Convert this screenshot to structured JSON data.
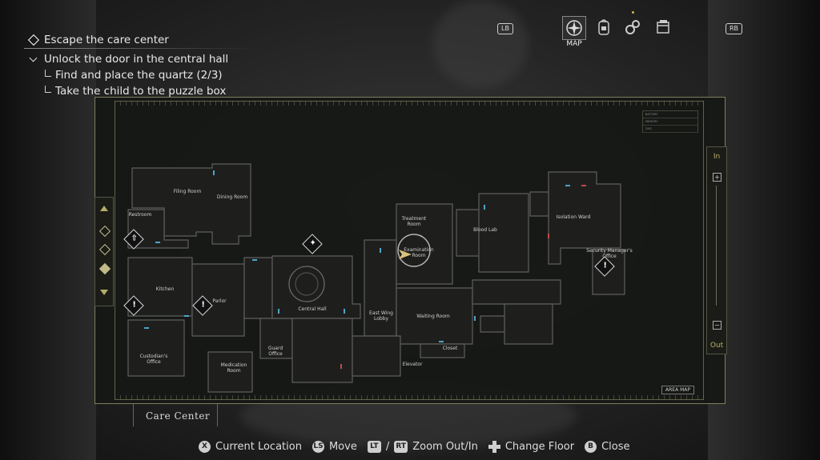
{
  "objectives": {
    "main": "Escape the care center",
    "sub": "Unlock the door in the central hall",
    "tasks": [
      "Find and place the quartz (2/3)",
      "Take the child to the puzzle box"
    ]
  },
  "nav": {
    "lb": "LB",
    "rb": "RB",
    "tabs": [
      {
        "icon": "compass-icon",
        "label": "MAP",
        "active": true
      },
      {
        "icon": "backpack-icon",
        "label": "",
        "active": false
      },
      {
        "icon": "gears-icon",
        "label": "",
        "active": false
      },
      {
        "icon": "files-icon",
        "label": "",
        "active": false
      }
    ]
  },
  "map": {
    "area_name": "Care Center",
    "area_map_button": "AREA MAP",
    "zoom_in": "In",
    "zoom_out": "Out",
    "legend": [
      "BATTERY",
      "MEMORY",
      "DISC"
    ],
    "rooms": [
      "Filing Room",
      "Dining Room",
      "Restroom",
      "Kitchen",
      "Parlor",
      "Central Hall",
      "Custodian's Office",
      "Medication Room",
      "Guard Office",
      "Treatment Room",
      "Examination Room",
      "Blood Lab",
      "Isolation Ward",
      "Security Manager's Office",
      "East Wing Lobby",
      "Waiting Room",
      "Closet",
      "Elevator"
    ],
    "accent_color": "#b5ad6a"
  },
  "prompts": [
    {
      "key": "X",
      "label": "Current Location"
    },
    {
      "key": "LS",
      "label": "Move"
    },
    {
      "key": "LT",
      "label": "/"
    },
    {
      "key": "RT",
      "label": "Zoom Out/In"
    },
    {
      "key": "dpad",
      "label": "Change Floor"
    },
    {
      "key": "B",
      "label": "Close"
    }
  ]
}
